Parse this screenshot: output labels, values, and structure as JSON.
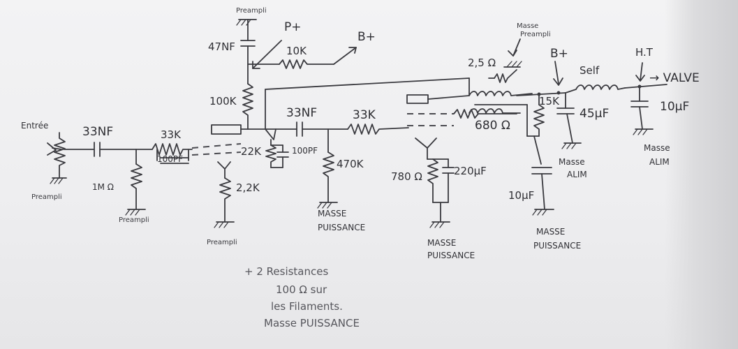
{
  "labels": {
    "entree": "Entrée",
    "preampli": "Preampli",
    "c_in": "33NF",
    "r_in_series": "33K",
    "c_in_100pf": "100PF",
    "r_1m": "1M Ω",
    "c_47nf": "47NF",
    "p_plus": "P+",
    "r_10k": "10K",
    "b_plus_top": "B+",
    "r_100k": "100K",
    "c_33nf_2": "33NF",
    "r_33k_2": "33K",
    "r_22k": "22K",
    "c_100pf_2": "100PF",
    "r_2_2k": "2,2K",
    "r_470k": "470K",
    "masse_puissance": "MASSE PUISSANCE",
    "r_2_5": "2,5 Ω",
    "masse_preampli": "Masse Preampli",
    "b_plus_right": "B+",
    "self": "Self",
    "ht": "H.T",
    "valve": "→ VALVE",
    "r_15k": "15K",
    "c_45uf": "45µF",
    "c_10uf_right": "10µF",
    "masse_alim": "Masse ALIM",
    "r_680": "680 Ω",
    "r_780": "780 Ω",
    "c_220uf": "220µF",
    "c_10uf_mid": "10µF"
  },
  "note": {
    "line1": "+ 2 Resistances",
    "line2": "100 Ω sur",
    "line3": "les Filaments.",
    "line4": "Masse PUISSANCE"
  }
}
